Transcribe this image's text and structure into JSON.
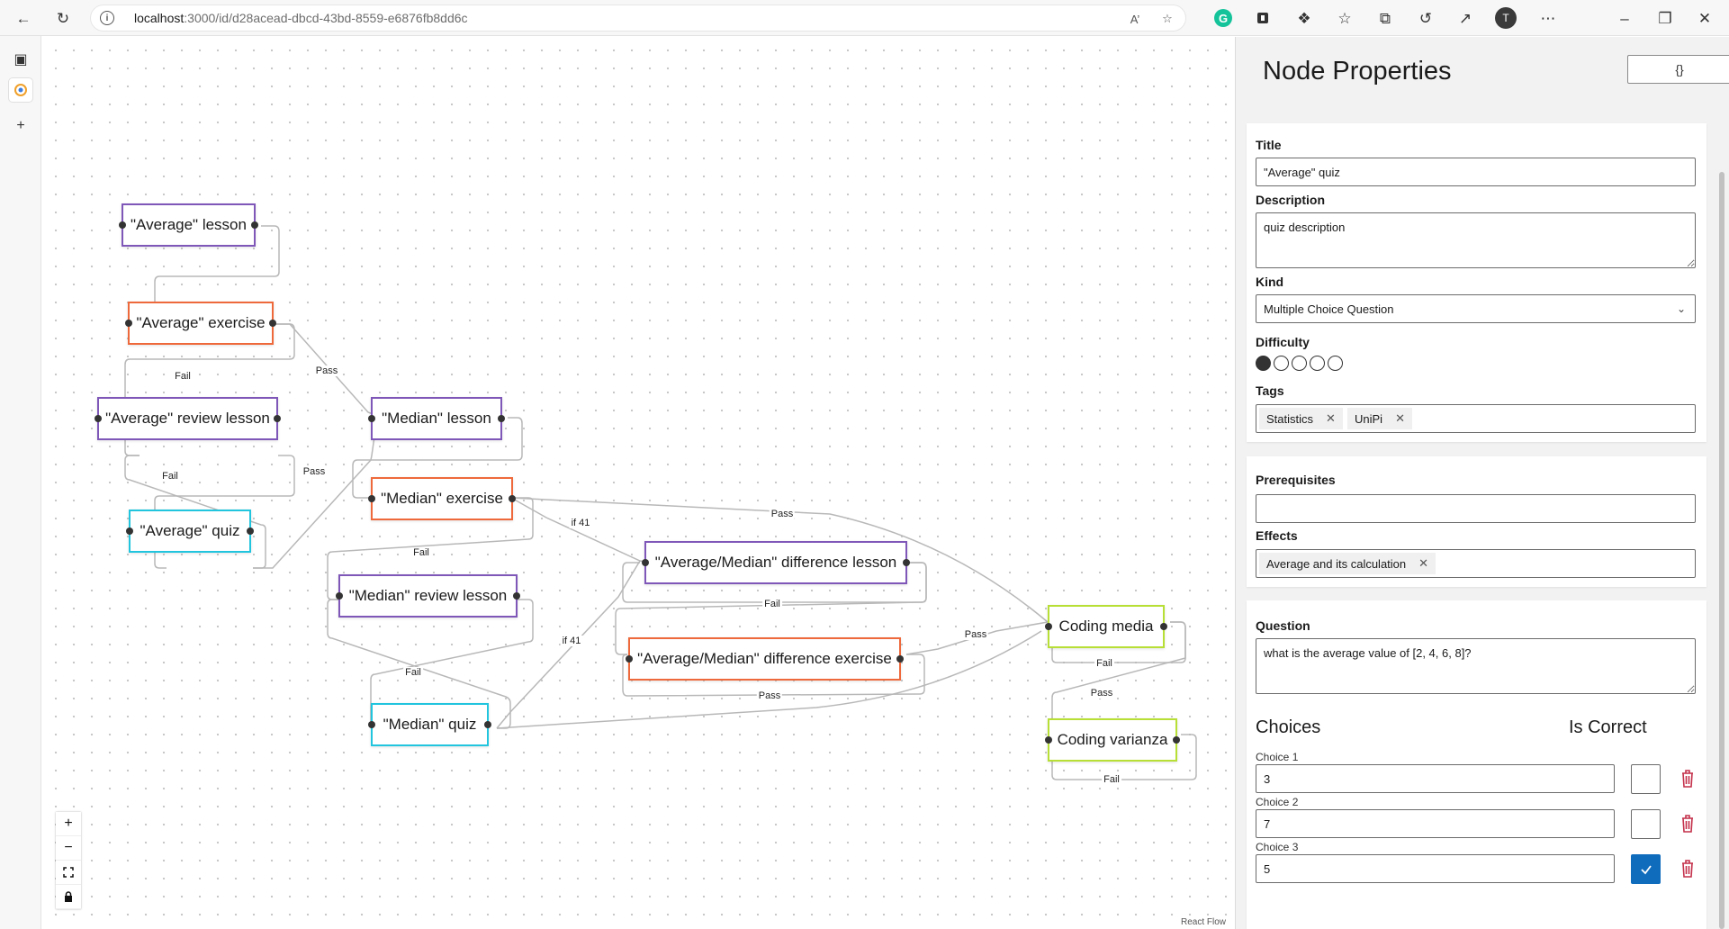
{
  "browser": {
    "url_host": "localhost",
    "url_rest": ":3000/id/d28acead-dbcd-43bd-8559-e6876fb8dd6c",
    "profile_initial": "T",
    "grammarly_letter": "G"
  },
  "canvas": {
    "nodes": [
      {
        "id": "n1",
        "label": "\"Average\" lesson",
        "kind": "lesson"
      },
      {
        "id": "n2",
        "label": "\"Average\" exercise",
        "kind": "exercise"
      },
      {
        "id": "n3",
        "label": "\"Average\" review lesson",
        "kind": "lesson"
      },
      {
        "id": "n4",
        "label": "\"Average\" quiz",
        "kind": "quiz"
      },
      {
        "id": "n5",
        "label": "\"Median\" lesson",
        "kind": "lesson"
      },
      {
        "id": "n6",
        "label": "\"Median\" exercise",
        "kind": "exercise"
      },
      {
        "id": "n7",
        "label": "\"Median\" review lesson",
        "kind": "lesson"
      },
      {
        "id": "n8",
        "label": "\"Median\" quiz",
        "kind": "quiz"
      },
      {
        "id": "n9",
        "label": "\"Average/Median\" difference lesson",
        "kind": "lesson"
      },
      {
        "id": "n10",
        "label": "\"Average/Median\" difference exercise",
        "kind": "exercise"
      },
      {
        "id": "n11",
        "label": "Coding media",
        "kind": "coding"
      },
      {
        "id": "n12",
        "label": "Coding varianza",
        "kind": "coding"
      }
    ],
    "edge_labels": {
      "e_fail_avg_ex": "Fail",
      "e_pass_avg_ex": "Pass",
      "e_fail_avg_quiz": "Fail",
      "e_pass_avg_quiz": "Pass",
      "e_pass_med_ex": "Pass",
      "e_if41_med_ex": "if 41",
      "e_fail_med_ex": "Fail",
      "e_fail_diff_lesson": "Fail",
      "e_if41_med_quiz": "if 41",
      "e_pass_diff_ex": "Pass",
      "e_fail_med_quiz": "Fail",
      "e_pass_med_quiz": "Pass",
      "e_fail_coding_media": "Fail",
      "e_pass_coding_media": "Pass",
      "e_fail_coding_var": "Fail"
    },
    "attribution": "React Flow",
    "controls": {
      "zoom_in": "+",
      "zoom_out": "−",
      "fit": "⛶",
      "lock": "🔒"
    }
  },
  "panel": {
    "title": "Node Properties",
    "json_button": "{}",
    "title_label": "Title",
    "title_value": "\"Average\" quiz",
    "description_label": "Description",
    "description_value": "quiz description",
    "kind_label": "Kind",
    "kind_value": "Multiple Choice Question",
    "difficulty_label": "Difficulty",
    "difficulty_level": 1,
    "difficulty_max": 5,
    "tags_label": "Tags",
    "tags": [
      "Statistics",
      "UniPi"
    ],
    "prerequisites_label": "Prerequisites",
    "effects_label": "Effects",
    "effects": [
      "Average and its calculation"
    ],
    "question_label": "Question",
    "question_value": "what is the average value of [2, 4, 6, 8]?",
    "choices_heading": "Choices",
    "is_correct_heading": "Is Correct",
    "choices": [
      {
        "label": "Choice 1",
        "value": "3",
        "correct": false
      },
      {
        "label": "Choice 2",
        "value": "7",
        "correct": false
      },
      {
        "label": "Choice 3",
        "value": "5",
        "correct": true
      }
    ]
  }
}
